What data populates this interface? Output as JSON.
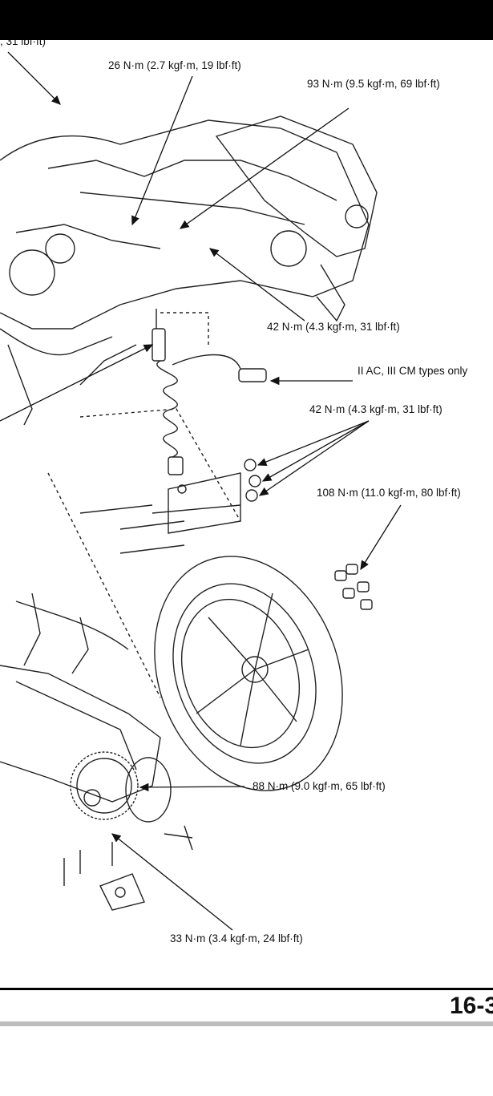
{
  "labels": {
    "top_cut": ", 31 lbf·ft)",
    "l1": "26 N·m (2.7 kgf·m, 19 lbf·ft)",
    "l2": "93 N·m (9.5 kgf·m, 69 lbf·ft)",
    "l3": "42 N·m (4.3 kgf·m, 31 lbf·ft)",
    "l4": "II AC, III CM types only",
    "l5": "42 N·m (4.3 kgf·m, 31 lbf·ft)",
    "l6": "108 N·m (11.0 kgf·m, 80 lbf·ft)",
    "l7": "88 N·m (9.0 kgf·m, 65 lbf·ft)",
    "l8": "33 N·m (3.4 kgf·m, 24 lbf·ft)"
  },
  "page_number": "16-3"
}
